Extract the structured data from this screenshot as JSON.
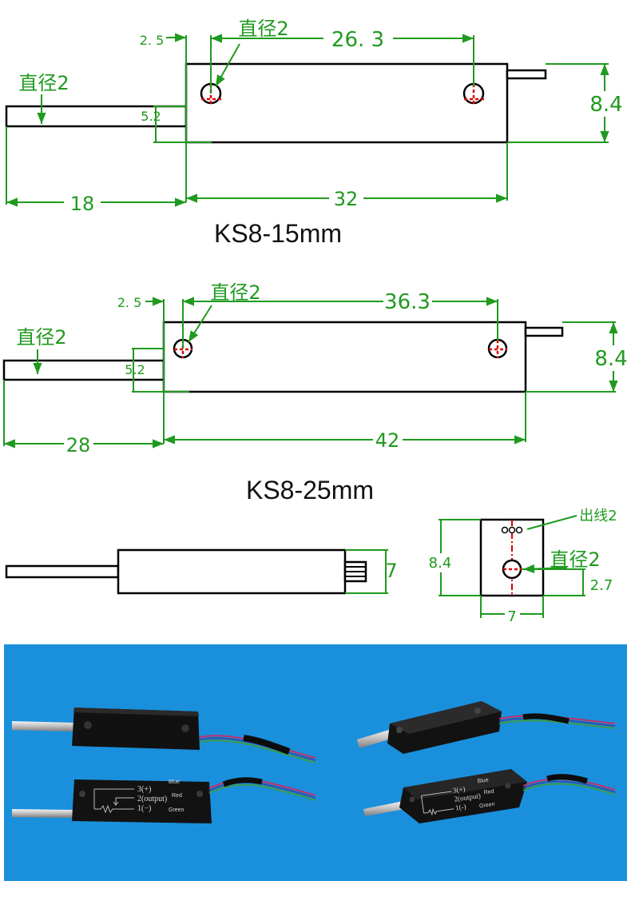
{
  "colors": {
    "dimension": "#1f9a1f",
    "outline": "#000000",
    "centerline": "#e00000",
    "photo_background": "#1a90dc"
  },
  "ks8_15": {
    "title": "KS8-15mm",
    "hole_offset": "2. 5",
    "hole_diameter": "直径2",
    "hole_spacing": "26. 3",
    "height": "8.4",
    "rod_diameter": "直径2",
    "rod_offset": "5.2",
    "rod_length": "18",
    "body_length": "32"
  },
  "ks8_25": {
    "title": "KS8-25mm",
    "hole_offset": "2. 5",
    "hole_diameter": "直径2",
    "hole_spacing": "36.3",
    "height": "8.4",
    "rod_diameter": "直径2",
    "rod_offset": "5.2",
    "rod_length": "28",
    "body_length": "42"
  },
  "side_view": {
    "thickness": "7"
  },
  "end_view": {
    "wire_label": "出线2",
    "hole_diameter": "直径2",
    "height": "8.4",
    "hole_height": "2.7",
    "width": "7"
  },
  "photo": {
    "left_labels": {
      "pin3": "3(+)",
      "pin3_color": "Blue",
      "pin2": "2(output)",
      "pin2_color": "Red",
      "pin1": "1(−)",
      "pin1_color": "Green"
    },
    "right_labels": {
      "pin3": "3(+)",
      "pin3_color": "Blue",
      "pin2": "2(output)",
      "pin2_color": "Red",
      "pin1": "1(-)",
      "pin1_color": "Green"
    }
  }
}
